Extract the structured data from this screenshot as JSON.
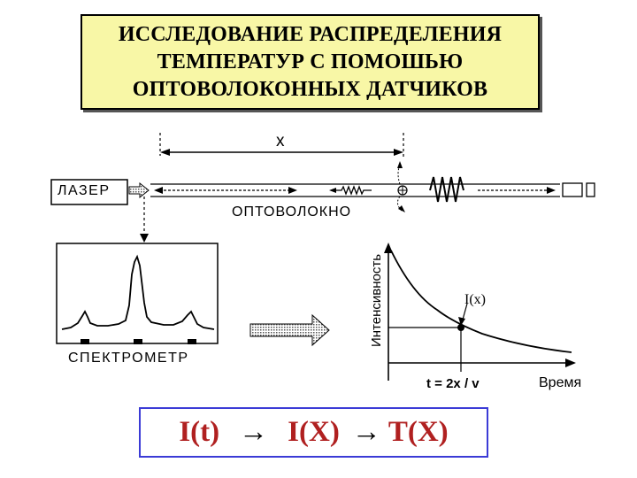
{
  "title": {
    "line1": "ИССЛЕДОВАНИЕ РАСПРЕДЕЛЕНИЯ",
    "line2": "ТЕМПЕРАТУР С ПОМОШЬЮ",
    "line3": "ОПТОВОЛОКОННЫХ ДАТЧИКОВ"
  },
  "diagram": {
    "x_label": "x",
    "laser_label": "ЛАЗЕР",
    "fiber_label": "ОПТОВОЛОКНО",
    "spectrometer_label": "СПЕКТРОМЕТР",
    "plot_ylabel": "Интенсивность",
    "plot_xlabel": "Время",
    "plot_point_label": "I(x)",
    "plot_time_label": "t = 2x / v"
  },
  "formula": {
    "part1": "I(t)",
    "arrow1": "→",
    "part2": "I(X)",
    "arrow2": "→",
    "part3": "T(X)"
  }
}
